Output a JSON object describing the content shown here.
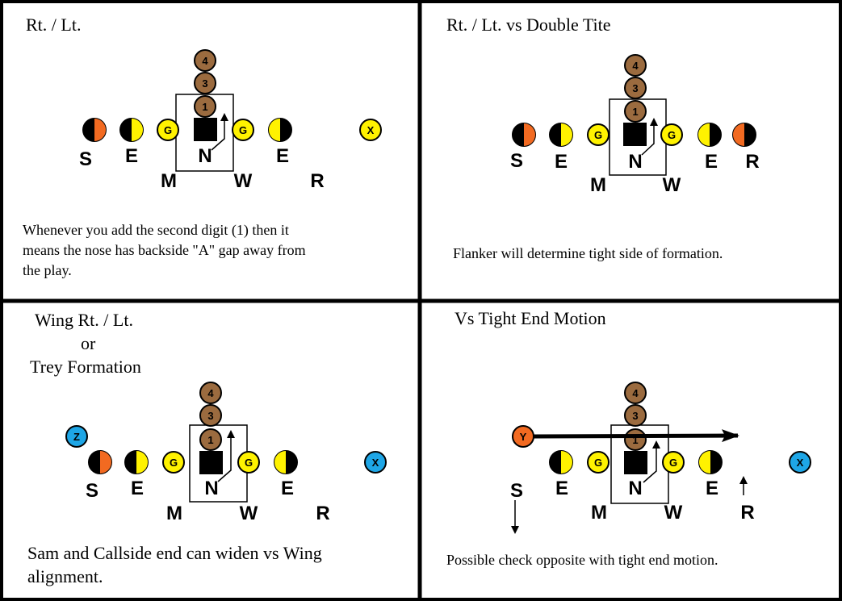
{
  "colors": {
    "brown": "#9b6b3f",
    "yellow": "#fff200",
    "orange": "#f26a21",
    "blue": "#1ea6e6",
    "black": "#000000"
  },
  "panels": [
    {
      "title_lines": [
        "Rt. / Lt."
      ],
      "caption_lines": [
        "Whenever you add the second digit (1) then it",
        "means the nose has backside \"A\" gap away from",
        "the play."
      ],
      "defenders": [
        "S",
        "E",
        "N",
        "E",
        "M",
        "W",
        "R"
      ],
      "offense": [
        "4",
        "3",
        "1",
        "G",
        "G",
        "X"
      ]
    },
    {
      "title_lines": [
        "Rt. / Lt. vs Double Tite"
      ],
      "caption_lines": [
        "Flanker will determine tight side of formation."
      ],
      "defenders": [
        "S",
        "E",
        "N",
        "E",
        "R",
        "M",
        "W"
      ],
      "offense": [
        "4",
        "3",
        "1",
        "G",
        "G"
      ]
    },
    {
      "title_lines": [
        "Wing Rt. / Lt.",
        "or",
        "Trey Formation"
      ],
      "caption_lines": [
        "Sam and Callside end can widen vs Wing",
        "alignment."
      ],
      "defenders": [
        "S",
        "E",
        "N",
        "E",
        "M",
        "W",
        "R"
      ],
      "offense": [
        "4",
        "3",
        "1",
        "G",
        "G",
        "Z",
        "X"
      ]
    },
    {
      "title_lines": [
        "Vs Tight End Motion"
      ],
      "caption_lines": [
        "Possible check opposite with tight end motion."
      ],
      "defenders": [
        "S",
        "E",
        "N",
        "E",
        "M",
        "W",
        "R"
      ],
      "offense": [
        "4",
        "3",
        "1",
        "G",
        "G",
        "Y",
        "X"
      ]
    }
  ]
}
